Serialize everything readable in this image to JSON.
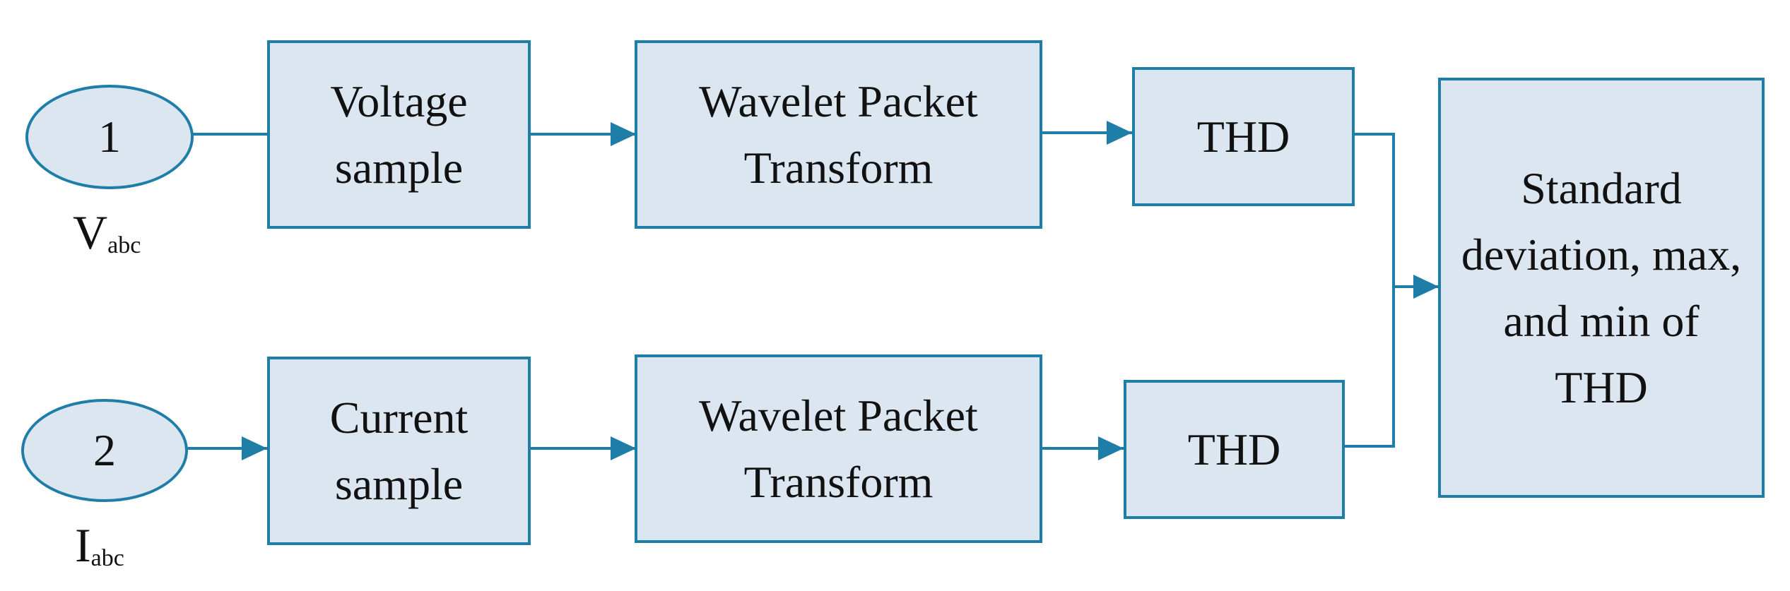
{
  "colors": {
    "box_fill": "#dce6f1",
    "box_border": "#1f7ea8",
    "arrow": "#1f7ea8",
    "text": "#111111"
  },
  "inputs": {
    "voltage": {
      "number": "1",
      "symbol": "V",
      "subscript": "abc"
    },
    "current": {
      "number": "2",
      "symbol": "I",
      "subscript": "abc"
    }
  },
  "top_row": {
    "sample": [
      "Voltage",
      "sample"
    ],
    "transform": [
      "Wavelet Packet",
      "Transform"
    ],
    "thd": "THD"
  },
  "bottom_row": {
    "sample": [
      "Current",
      "sample"
    ],
    "transform": [
      "Wavelet Packet",
      "Transform"
    ],
    "thd": "THD"
  },
  "output": {
    "lines": [
      "Standard",
      "deviation, max,",
      "and min of",
      "THD"
    ]
  }
}
